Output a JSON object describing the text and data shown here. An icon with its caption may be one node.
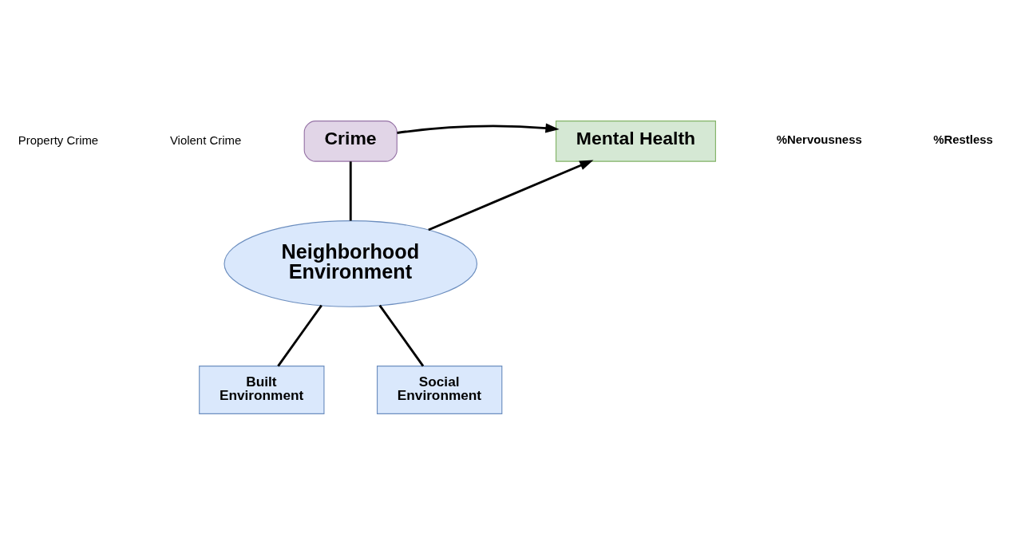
{
  "diagram": {
    "nodes": [
      {
        "text": [
          "Crime"
        ]
      },
      {
        "text": [
          "Mental Health"
        ]
      },
      {
        "text": [
          "Neighborhood Environment"
        ]
      },
      {
        "text": [
          "Built Environment"
        ]
      },
      {
        "text": [
          "Social Environment"
        ]
      }
    ],
    "edges": [
      {
        "from": 0,
        "to": 1,
        "arrow": "to"
      },
      {
        "from": 0,
        "to": 2,
        "arrow": "none"
      },
      {
        "from": 2,
        "to": 1,
        "arrow": "to"
      },
      {
        "from": 2,
        "to": 3,
        "arrow": "none"
      },
      {
        "from": 2,
        "to": 4,
        "arrow": "none"
      }
    ],
    "labels": [
      "Property Crime",
      "Violent Crime",
      "%Nervousness",
      "%Restless"
    ]
  }
}
